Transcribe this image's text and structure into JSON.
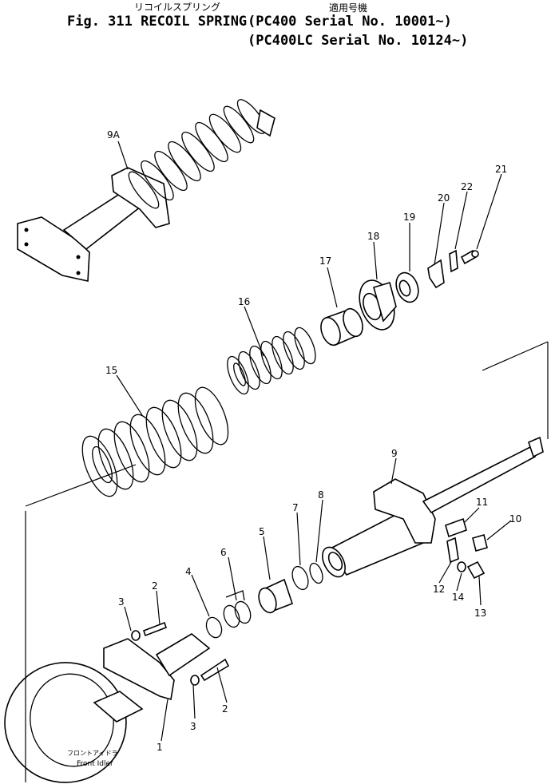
{
  "header": {
    "title_jp": "リコイルスプリング",
    "applicable_jp": "適用号機",
    "fig_label": "Fig. 311 RECOIL SPRING",
    "line1": "(PC400    Serial No. 10001~)",
    "line2": "(PC400LC Serial No. 10124~)"
  },
  "parts": [
    "9A",
    "21",
    "22",
    "20",
    "19",
    "18",
    "17",
    "16",
    "15",
    "9",
    "11",
    "10",
    "8",
    "7",
    "5",
    "6",
    "4",
    "2",
    "3",
    "2",
    "3",
    "1",
    "12",
    "14",
    "13"
  ],
  "front_idler": {
    "label_jp": "フロントアイドラ",
    "label_en": "Front Idler"
  }
}
